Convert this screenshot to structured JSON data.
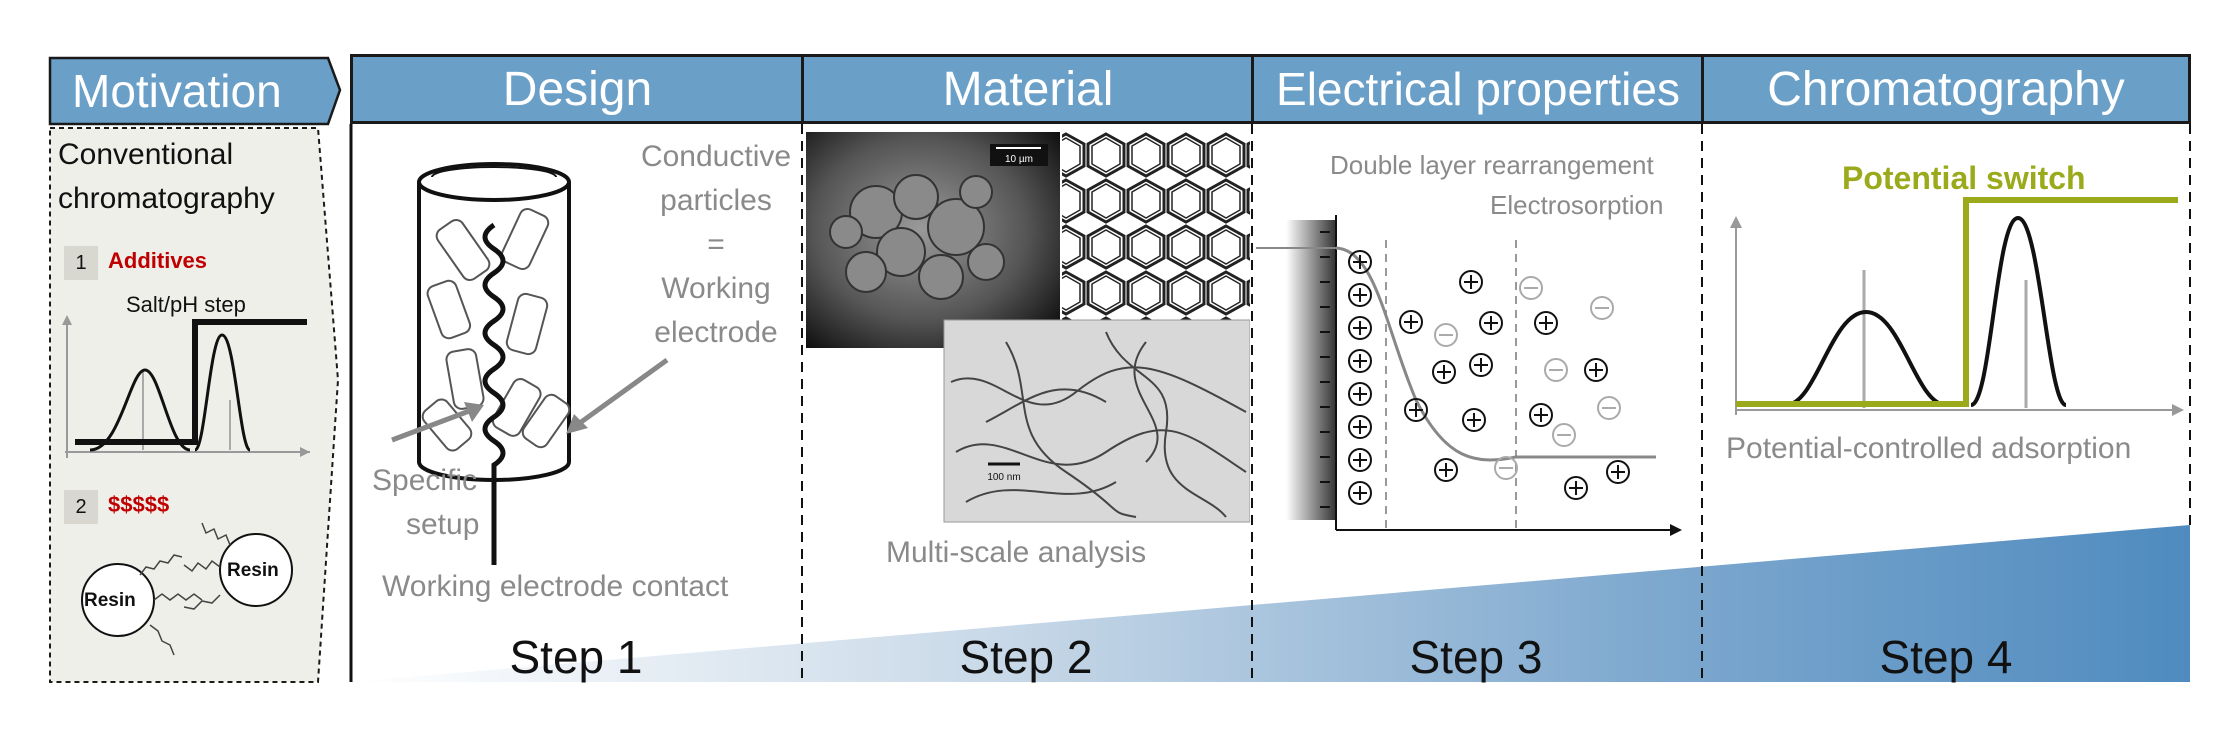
{
  "motivation": {
    "header": "Motivation",
    "title_line1": "Conventional",
    "title_line2": "chromatography",
    "item1_number": "1",
    "item1_label": "Additives",
    "salt_label": "Salt/pH step",
    "item2_number": "2",
    "item2_label": "$$$$$",
    "resin_left": "Resin",
    "resin_right": "Resin"
  },
  "design": {
    "header": "Design",
    "conductive_line1": "Conductive",
    "conductive_line2": "particles",
    "equals": "=",
    "working_line1": "Working",
    "working_line2": "electrode",
    "specific_line1": "Specific",
    "specific_line2": "setup",
    "contact_label": "Working electrode contact",
    "step": "Step 1"
  },
  "material": {
    "header": "Material",
    "scale_top": "10 µm",
    "scale_bottom": "100 nm",
    "caption": "Multi-scale analysis",
    "step": "Step 2"
  },
  "electrical": {
    "header": "Electrical properties",
    "line1": "Double layer rearrangement",
    "line2": "Electrosorption",
    "step": "Step 3"
  },
  "chromatography": {
    "header": "Chromatography",
    "switch_label": "Potential switch",
    "caption": "Potential-controlled adsorption",
    "step": "Step 4"
  },
  "colors": {
    "header_blue": "#6a9fc7",
    "accent_red": "#c00000",
    "switch_green": "#9aaa1a",
    "ramp_dark": "#4f8bbf"
  }
}
